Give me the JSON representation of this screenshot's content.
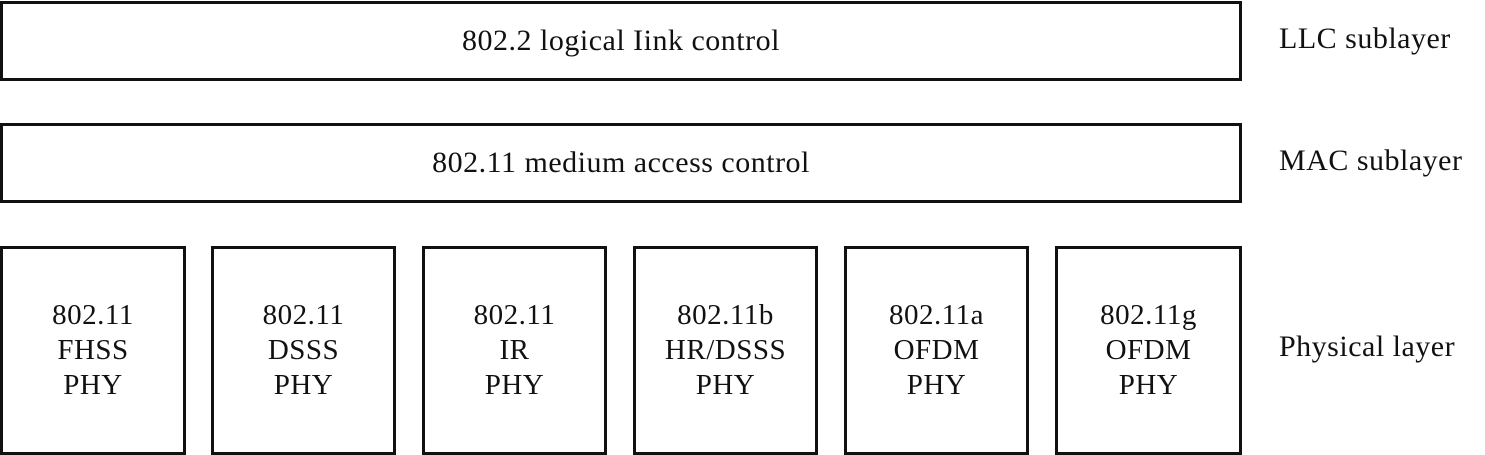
{
  "llc": {
    "box_label": "802.2 logical Iink control",
    "layer_label": "LLC sublayer"
  },
  "mac": {
    "box_label": "802.11 medium access control",
    "layer_label": "MAC sublayer"
  },
  "physical": {
    "layer_label": "Physical layer",
    "phys": [
      {
        "line1": "802.11",
        "line2": "FHSS",
        "line3": "PHY"
      },
      {
        "line1": "802.11",
        "line2": "DSSS",
        "line3": "PHY"
      },
      {
        "line1": "802.11",
        "line2": "IR",
        "line3": "PHY"
      },
      {
        "line1": "802.11b",
        "line2": "HR/DSSS",
        "line3": "PHY"
      },
      {
        "line1": "802.11a",
        "line2": "OFDM",
        "line3": "PHY"
      },
      {
        "line1": "802.11g",
        "line2": "OFDM",
        "line3": "PHY"
      }
    ]
  }
}
